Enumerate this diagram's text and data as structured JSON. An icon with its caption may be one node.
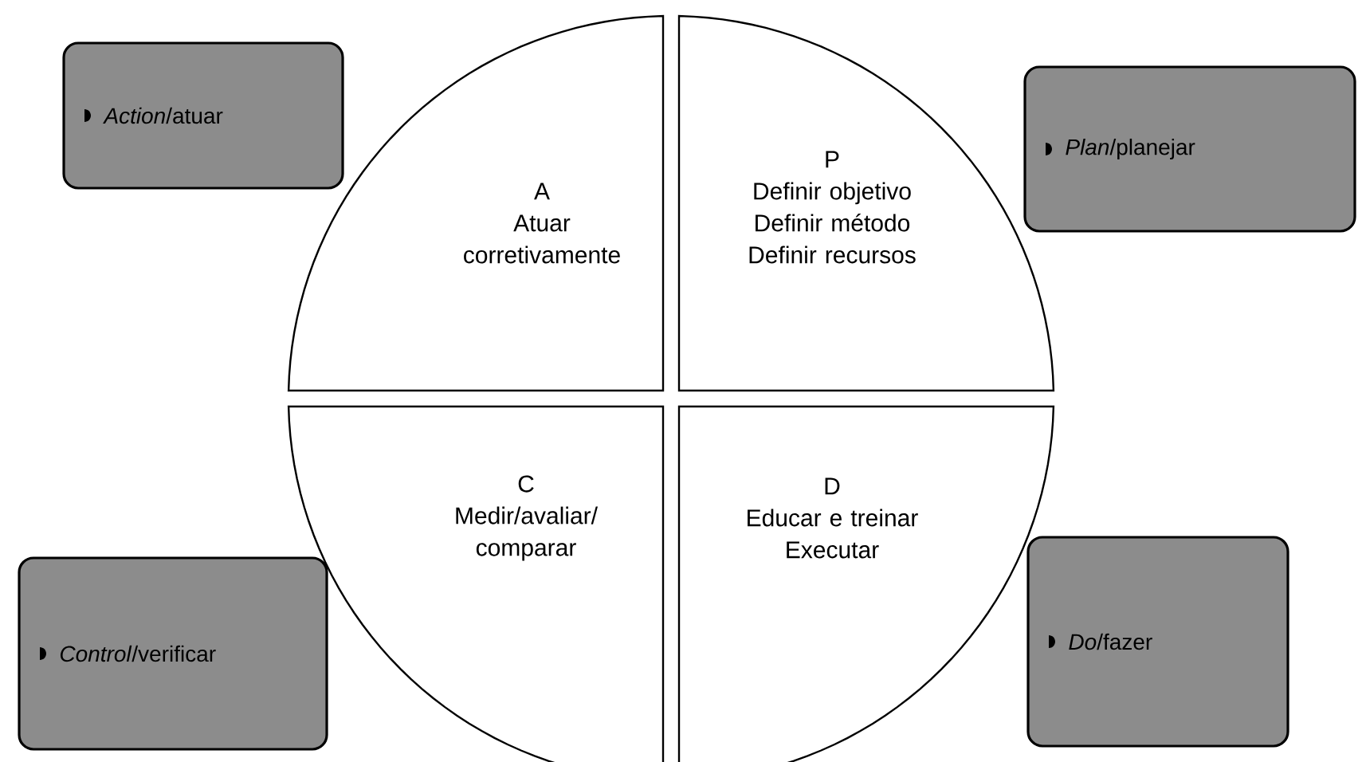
{
  "diagram": {
    "nodes": [
      {
        "text": [
          "*Action*/atuar"
        ]
      },
      {
        "text": [
          "A",
          "Atuar corretivamente"
        ]
      },
      {
        "text": [
          "P",
          "Definir objetivo Definir método Definir recursos"
        ]
      },
      {
        "text": [
          "*Plan*/planejar"
        ]
      },
      {
        "text": [
          "C",
          "Medir/avaliar/ comparar"
        ]
      },
      {
        "text": [
          "D",
          "Educar e treinar Executar"
        ]
      },
      {
        "text": [
          "*Control*/verificar"
        ]
      },
      {
        "text": [
          "*Do*/fazer"
        ]
      }
    ]
  }
}
